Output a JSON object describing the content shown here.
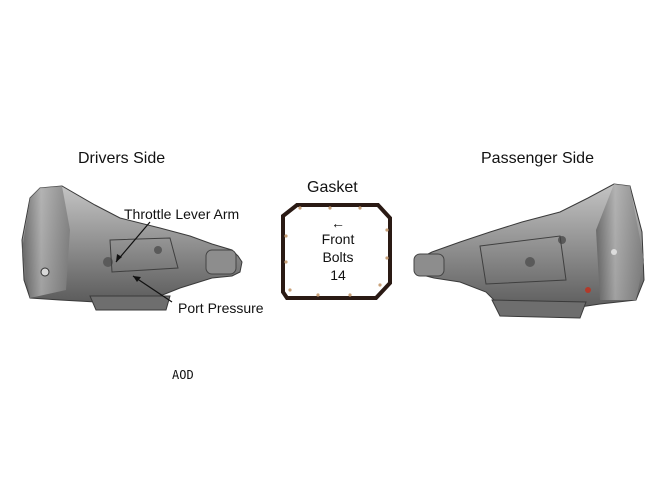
{
  "labels": {
    "drivers_side": "Drivers Side",
    "passenger_side": "Passenger Side",
    "gasket": "Gasket",
    "throttle_lever_arm": "Throttle Lever Arm",
    "port_pressure": "Port Pressure",
    "aod": "AOD"
  },
  "gasket_panel": {
    "arrow": "←",
    "front": "Front",
    "bolts": "Bolts",
    "bolt_count": "14"
  },
  "colors": {
    "background": "#ffffff",
    "casting_light": "#a9a9a9",
    "casting_dark": "#4a4a4a",
    "gasket_outline": "#2a1a14",
    "accent_red": "#b23a2a"
  }
}
